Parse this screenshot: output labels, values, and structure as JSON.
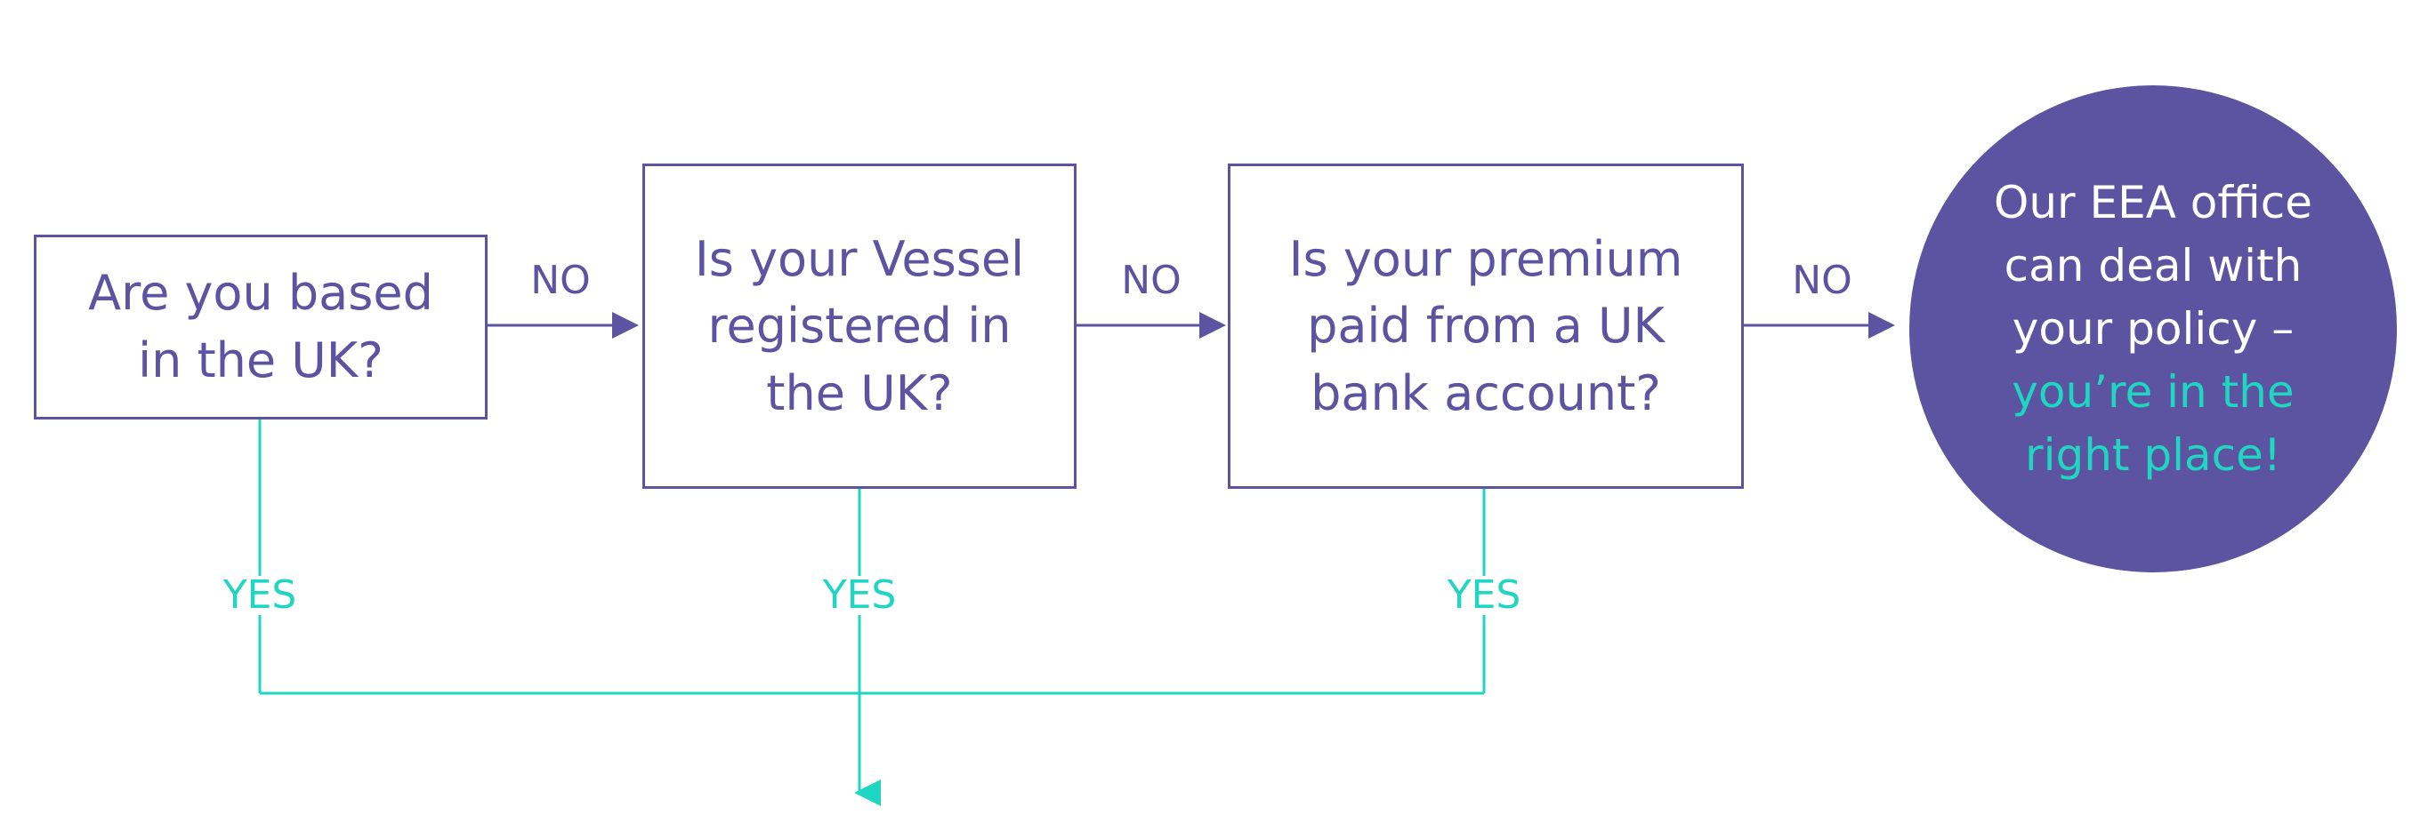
{
  "colors": {
    "purple": "#5c53a1",
    "teal": "#1fd6c2",
    "background": "#ffffff"
  },
  "questions": [
    {
      "text": "Are you based\nin the UK?"
    },
    {
      "text": "Is your Vessel\nregistered in\nthe UK?"
    },
    {
      "text": "Is your premium\npaid from a UK\nbank account?"
    }
  ],
  "no_labels": [
    "NO",
    "NO",
    "NO"
  ],
  "yes_labels": [
    "YES",
    "YES",
    "YES"
  ],
  "outcome": {
    "line_white": "Our EEA office\ncan deal with\nyour policy –",
    "line_teal": "you’re in the\nright place!"
  }
}
